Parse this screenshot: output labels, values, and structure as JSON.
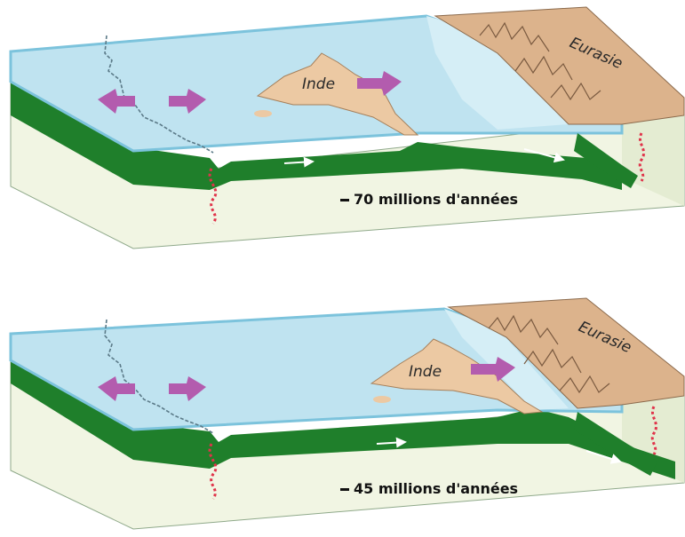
{
  "colors": {
    "ocean": "#b9e1ef",
    "ocean_rim": "#86c8df",
    "lithosphere": "#1f7f2b",
    "mantle": "#f3f6e6",
    "continent": "#e9c9a4",
    "mountain": "#d9b08a",
    "arrow": "#b35cae",
    "magma": "#e0334a"
  },
  "panels": [
    {
      "india_label": "Inde",
      "eurasia_label": "Eurasie",
      "age_label": "70 millions d'années"
    },
    {
      "india_label": "Inde",
      "eurasia_label": "Eurasie",
      "age_label": "45 millions d'années"
    }
  ]
}
